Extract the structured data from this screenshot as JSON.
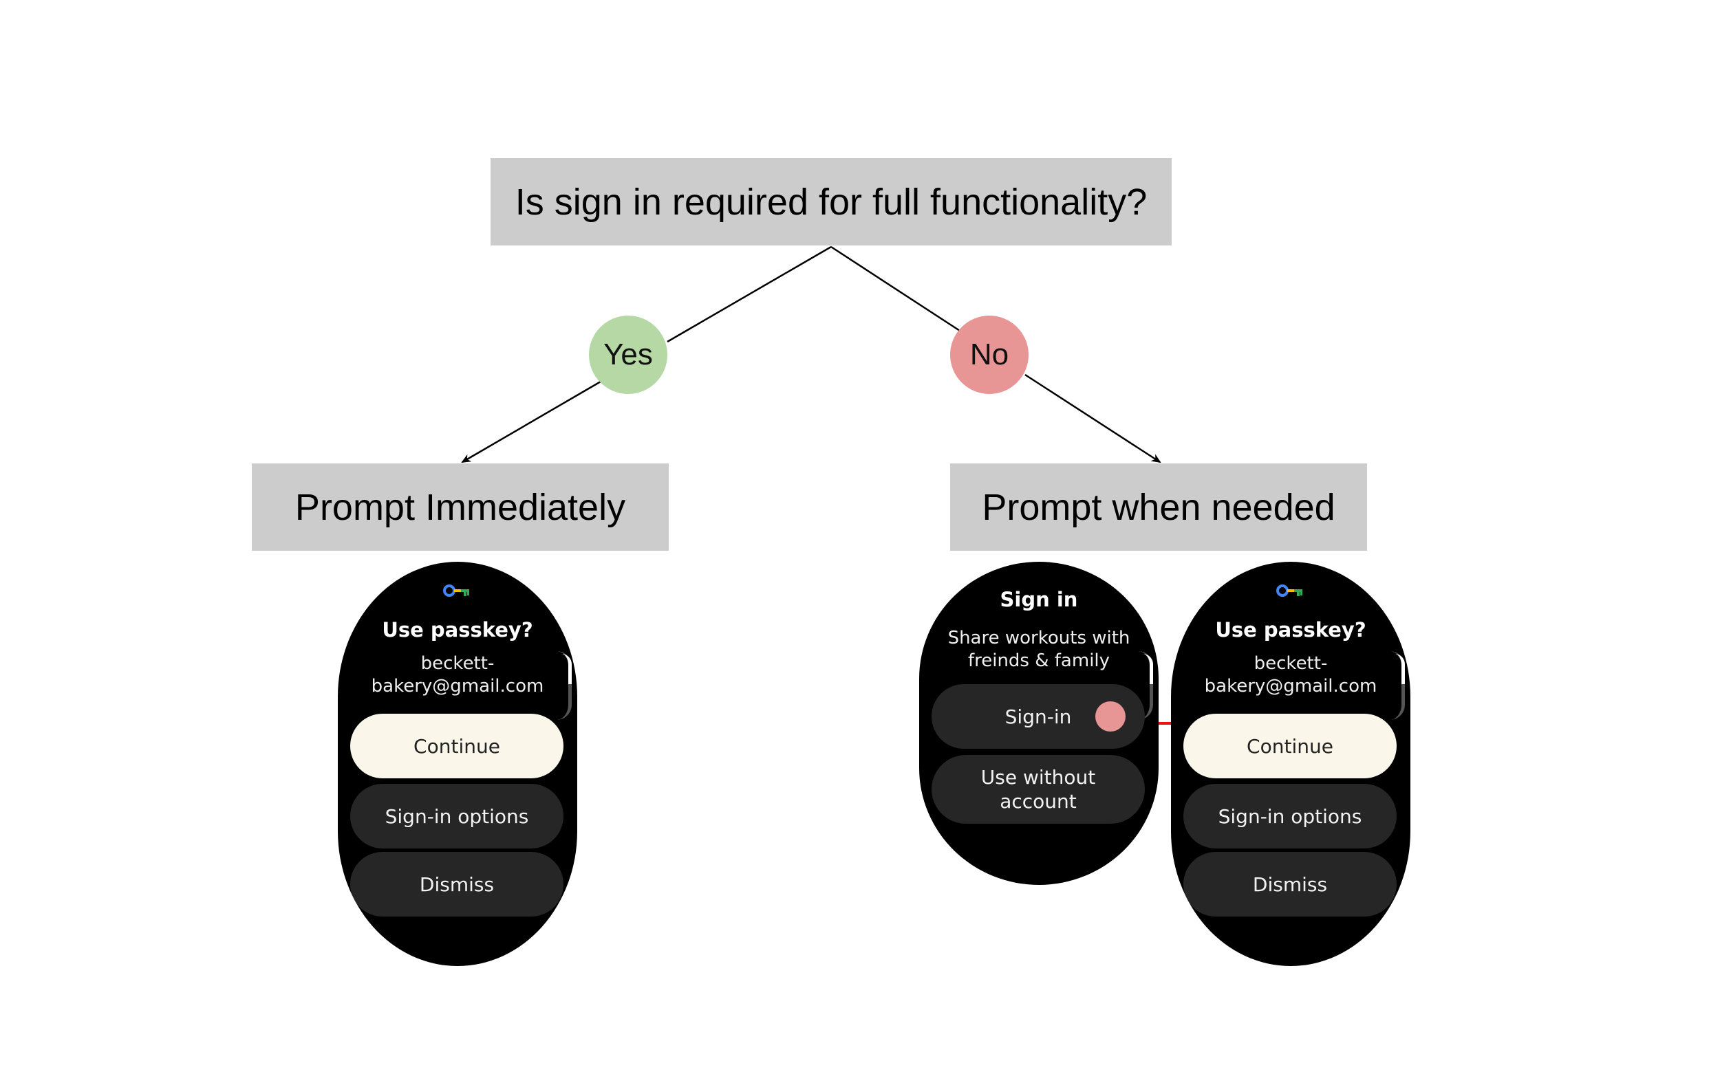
{
  "question": "Is sign in required for full functionality?",
  "branches": {
    "yes": {
      "label": "Yes",
      "color": "#b5d8a5",
      "outcome": "Prompt Immediately"
    },
    "no": {
      "label": "No",
      "color": "#e89595",
      "outcome": "Prompt when needed"
    }
  },
  "colors": {
    "box_fill": "#cccccc",
    "watch_bg": "#000000",
    "primary_pill": "#faf6ea",
    "secondary_pill": "#262626",
    "flow_arrow": "#ee1111"
  },
  "passkey_screen": {
    "icon": "passkey-key-icon",
    "title": "Use passkey?",
    "account_line1": "beckett-",
    "account_line2": "bakery@gmail.com",
    "continue": "Continue",
    "signin_options": "Sign-in options",
    "dismiss": "Dismiss"
  },
  "signin_screen": {
    "title": "Sign in",
    "subtitle_line1": "Share workouts with",
    "subtitle_line2": "freinds & family",
    "signin_button": "Sign-in",
    "use_without_line1": "Use without",
    "use_without_line2": "account"
  }
}
